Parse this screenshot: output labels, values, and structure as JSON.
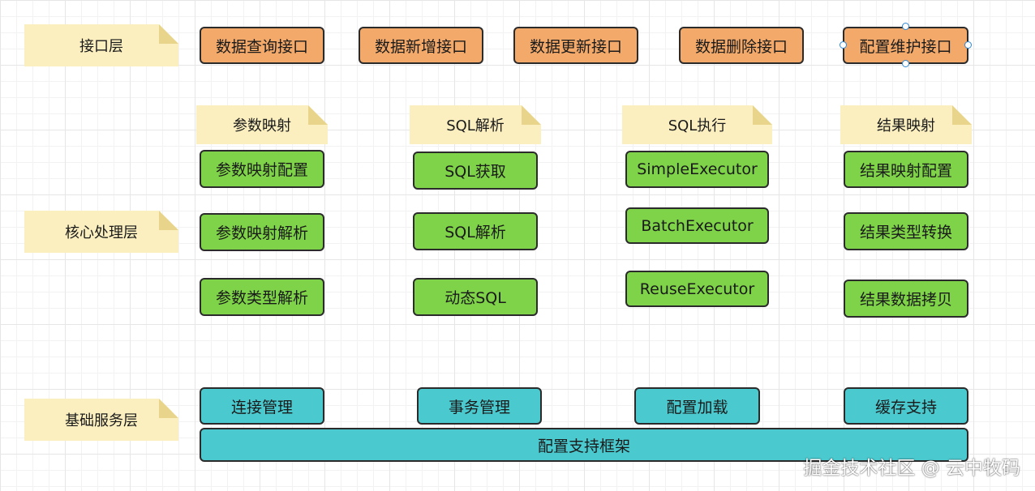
{
  "layers": {
    "interface": "接口层",
    "core": "核心处理层",
    "base": "基础服务层"
  },
  "interface_boxes": [
    "数据查询接口",
    "数据新增接口",
    "数据更新接口",
    "数据删除接口",
    "配置维护接口"
  ],
  "core_groups": [
    {
      "title": "参数映射",
      "items": [
        "参数映射配置",
        "参数映射解析",
        "参数类型解析"
      ]
    },
    {
      "title": "SQL解析",
      "items": [
        "SQL获取",
        "SQL解析",
        "动态SQL"
      ]
    },
    {
      "title": "SQL执行",
      "items": [
        "SimpleExecutor",
        "BatchExecutor",
        "ReuseExecutor"
      ]
    },
    {
      "title": "结果映射",
      "items": [
        "结果映射配置",
        "结果类型转换",
        "结果数据拷贝"
      ]
    }
  ],
  "base_boxes": [
    "连接管理",
    "事务管理",
    "配置加载",
    "缓存支持"
  ],
  "base_framework": "配置支持框架",
  "watermark": "掘金技术社区 @ 云中牧码",
  "colors": {
    "interface": "#f2a96a",
    "core": "#7ed348",
    "base": "#4ac9cf",
    "note": "#fbefc0"
  }
}
